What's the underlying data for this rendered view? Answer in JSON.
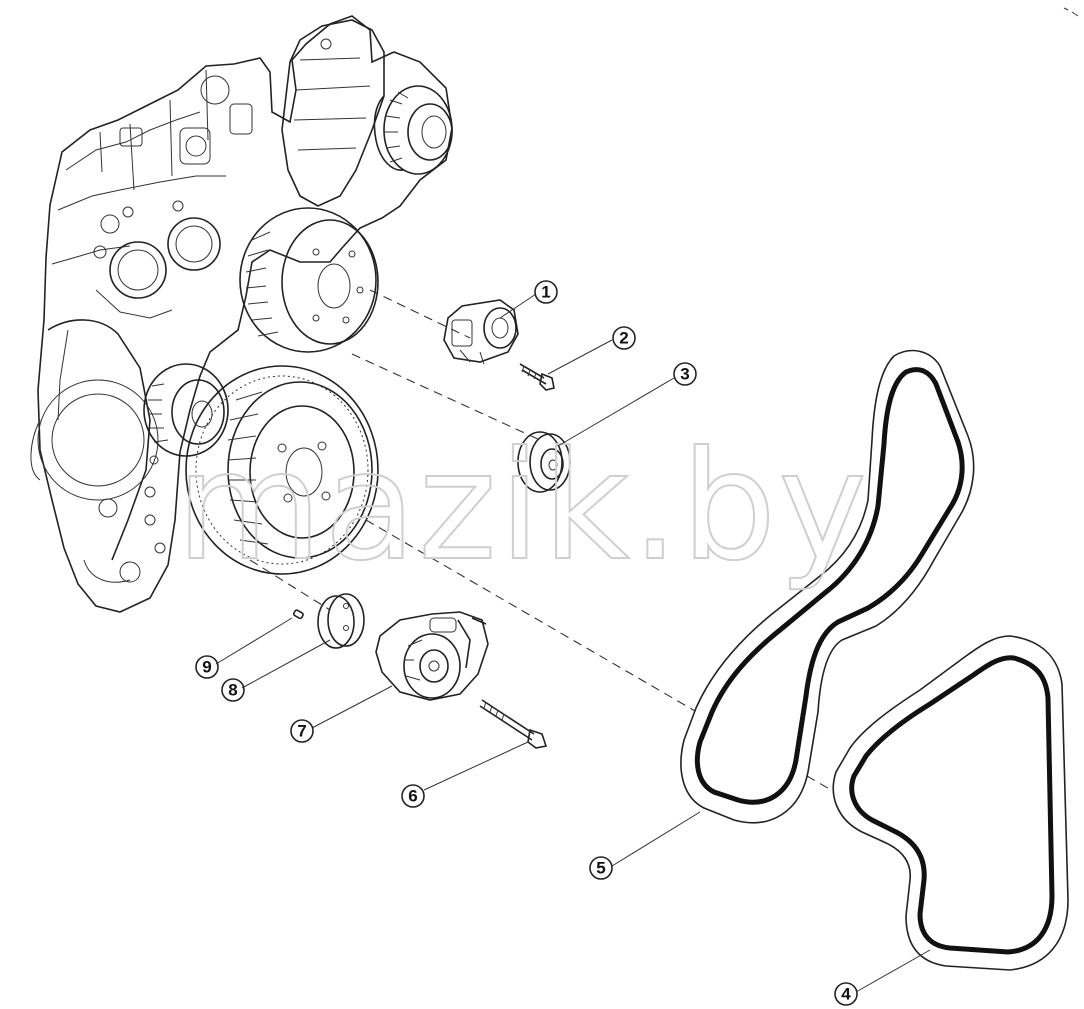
{
  "watermark": "mazik.by",
  "callouts": [
    {
      "id": "1",
      "label": "1"
    },
    {
      "id": "2",
      "label": "2"
    },
    {
      "id": "3",
      "label": "3"
    },
    {
      "id": "4",
      "label": "4"
    },
    {
      "id": "5",
      "label": "5"
    },
    {
      "id": "6",
      "label": "6"
    },
    {
      "id": "7",
      "label": "7"
    },
    {
      "id": "8",
      "label": "8"
    },
    {
      "id": "9",
      "label": "9"
    }
  ]
}
